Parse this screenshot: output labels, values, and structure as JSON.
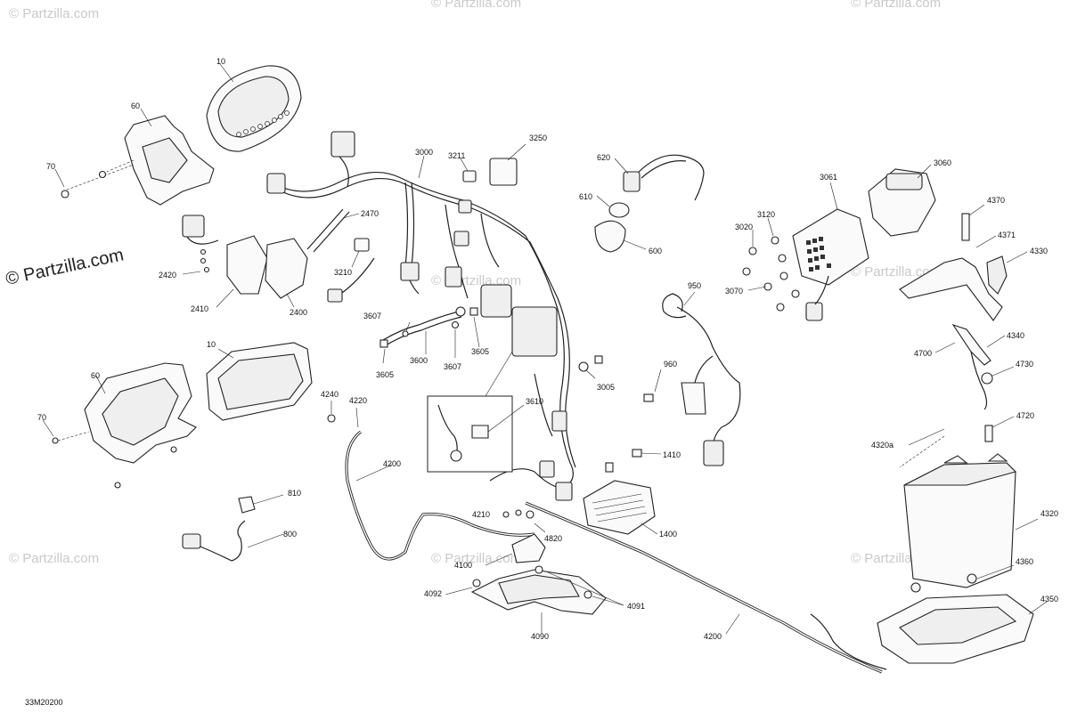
{
  "watermark": {
    "main": "© Partzilla.com",
    "faint": "© Partzilla.com"
  },
  "diagram_code": "33M20200",
  "callouts": [
    {
      "id": "c10a",
      "text": "10"
    },
    {
      "id": "c60a",
      "text": "60"
    },
    {
      "id": "c70a",
      "text": "70"
    },
    {
      "id": "c3000",
      "text": "3000"
    },
    {
      "id": "c3211",
      "text": "3211"
    },
    {
      "id": "c3250",
      "text": "3250"
    },
    {
      "id": "c620",
      "text": "620"
    },
    {
      "id": "c610",
      "text": "610"
    },
    {
      "id": "c600",
      "text": "600"
    },
    {
      "id": "c3061",
      "text": "3061"
    },
    {
      "id": "c3060",
      "text": "3060"
    },
    {
      "id": "c4370",
      "text": "4370"
    },
    {
      "id": "c3020",
      "text": "3020"
    },
    {
      "id": "c3120",
      "text": "3120"
    },
    {
      "id": "c4371",
      "text": "4371"
    },
    {
      "id": "c4330",
      "text": "4330"
    },
    {
      "id": "c3070",
      "text": "3070"
    },
    {
      "id": "c2470",
      "text": "2470"
    },
    {
      "id": "c2420",
      "text": "2420"
    },
    {
      "id": "c3210",
      "text": "3210"
    },
    {
      "id": "c2410",
      "text": "2410"
    },
    {
      "id": "c2400",
      "text": "2400"
    },
    {
      "id": "c950",
      "text": "950"
    },
    {
      "id": "c3607a",
      "text": "3607"
    },
    {
      "id": "c3600",
      "text": "3600"
    },
    {
      "id": "c3605a",
      "text": "3605"
    },
    {
      "id": "c3605b",
      "text": "3605"
    },
    {
      "id": "c3607b",
      "text": "3607"
    },
    {
      "id": "c4340",
      "text": "4340"
    },
    {
      "id": "c4700",
      "text": "4700"
    },
    {
      "id": "c10b",
      "text": "10"
    },
    {
      "id": "c60b",
      "text": "60"
    },
    {
      "id": "c960",
      "text": "960"
    },
    {
      "id": "c3005",
      "text": "3005"
    },
    {
      "id": "c4730",
      "text": "4730"
    },
    {
      "id": "c4240",
      "text": "4240"
    },
    {
      "id": "c4220",
      "text": "4220"
    },
    {
      "id": "c3610",
      "text": "3610"
    },
    {
      "id": "c70b",
      "text": "70"
    },
    {
      "id": "c4720",
      "text": "4720"
    },
    {
      "id": "c4320a",
      "text": "4320a"
    },
    {
      "id": "c1410",
      "text": "1410"
    },
    {
      "id": "c4200a",
      "text": "4200"
    },
    {
      "id": "c810",
      "text": "810"
    },
    {
      "id": "c4210",
      "text": "4210"
    },
    {
      "id": "c4820",
      "text": "4820"
    },
    {
      "id": "c1400",
      "text": "1400"
    },
    {
      "id": "c4320",
      "text": "4320"
    },
    {
      "id": "c800",
      "text": "800"
    },
    {
      "id": "c4100",
      "text": "4100"
    },
    {
      "id": "c4360",
      "text": "4360"
    },
    {
      "id": "c4092",
      "text": "4092"
    },
    {
      "id": "c4091",
      "text": "4091"
    },
    {
      "id": "c4350",
      "text": "4350"
    },
    {
      "id": "c4090",
      "text": "4090"
    },
    {
      "id": "c4200b",
      "text": "4200"
    }
  ]
}
